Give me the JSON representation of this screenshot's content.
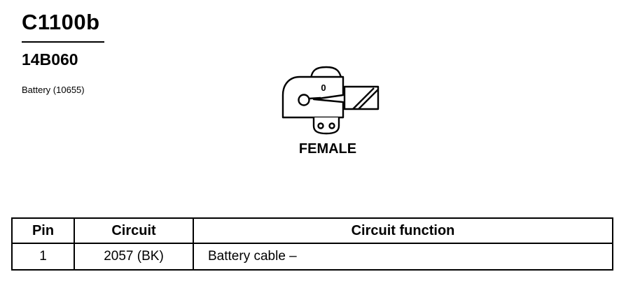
{
  "header": {
    "connector_id": "C1100b",
    "part_number": "14B060",
    "component": "Battery (10655)"
  },
  "connector": {
    "view_label": "FEMALE",
    "terminal_label": "0"
  },
  "table": {
    "columns": [
      "Pin",
      "Circuit",
      "Circuit function"
    ],
    "rows": [
      {
        "pin": "1",
        "circuit": "2057 (BK)",
        "function": "Battery cable –"
      }
    ]
  }
}
